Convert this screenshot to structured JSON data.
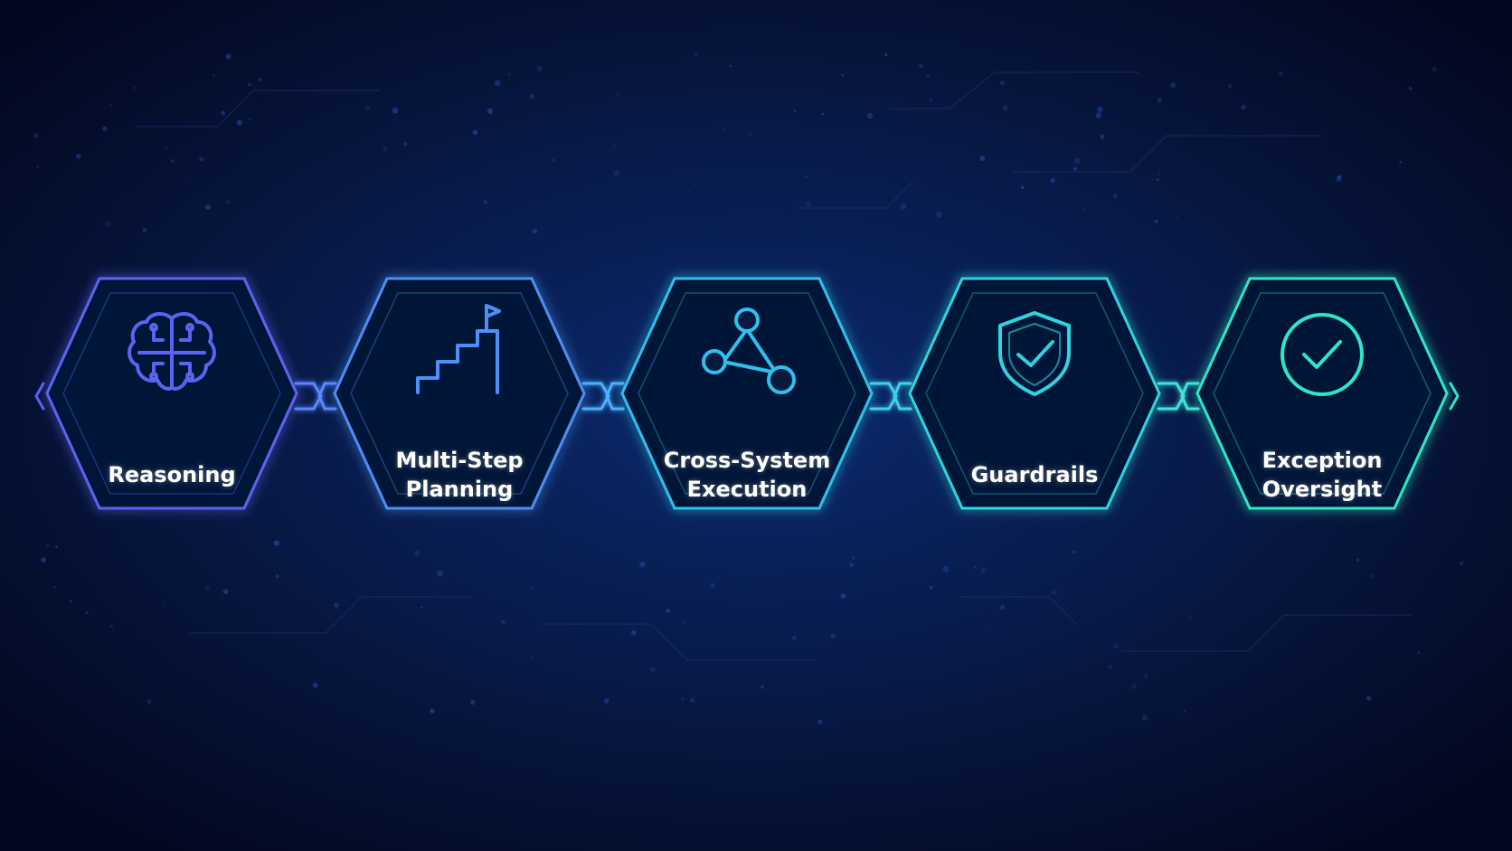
{
  "steps": [
    {
      "id": "reasoning",
      "lines": [
        "Reasoning"
      ],
      "icon": "brain-icon",
      "color": "#5b63f0"
    },
    {
      "id": "multi-step-planning",
      "lines": [
        "Multi-Step",
        "Planning"
      ],
      "icon": "stairs-flag-icon",
      "color": "#4c8ff5"
    },
    {
      "id": "cross-system-execution",
      "lines": [
        "Cross-System",
        "Execution"
      ],
      "icon": "network-nodes-icon",
      "color": "#2fc0ee"
    },
    {
      "id": "guardrails",
      "lines": [
        "Guardrails"
      ],
      "icon": "shield-check-icon",
      "color": "#2fd4e0"
    },
    {
      "id": "exception-oversight",
      "lines": [
        "Exception",
        "Oversight"
      ],
      "icon": "check-circle-icon",
      "color": "#2ee6c8"
    }
  ],
  "connectors": [
    {
      "from": "reasoning",
      "to": "multi-step-planning",
      "color": "#5a86ff"
    },
    {
      "from": "multi-step-planning",
      "to": "cross-system-execution",
      "color": "#4ab2ff"
    },
    {
      "from": "cross-system-execution",
      "to": "guardrails",
      "color": "#3ed0f0"
    },
    {
      "from": "guardrails",
      "to": "exception-oversight",
      "color": "#3ee6d6"
    }
  ],
  "colors": {
    "background": "#040a22",
    "circuit": "#1c3a78"
  }
}
